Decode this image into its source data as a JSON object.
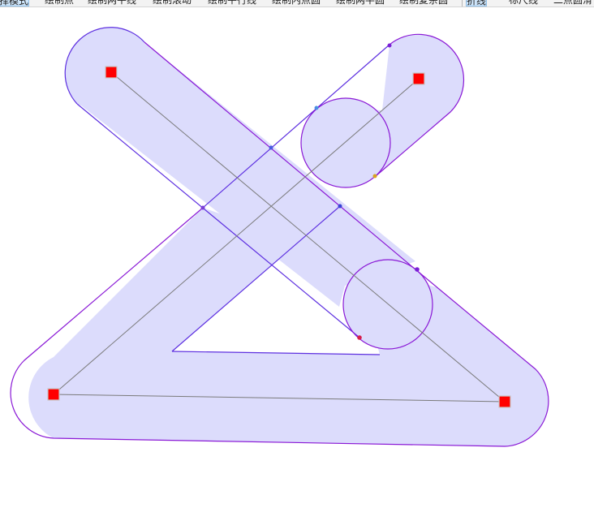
{
  "toolbar": {
    "items": [
      {
        "label": "择模式",
        "active": true
      },
      {
        "label": "绘制点",
        "active": false
      },
      {
        "label": "绘制两平线",
        "active": false
      },
      {
        "label": "绘制滚动",
        "active": false
      },
      {
        "label": "绘制平行线",
        "active": false
      },
      {
        "label": "绘制内点圆",
        "active": false
      },
      {
        "label": "绘制两半圆",
        "active": false
      },
      {
        "label": "绘制复杂圆",
        "active": false
      },
      {
        "label": "折线",
        "active": true
      },
      {
        "label": "标尺线",
        "active": false
      },
      {
        "label": "二点圆滑",
        "active": false
      }
    ]
  },
  "drawing": {
    "fill_color": "#dcdcfc",
    "outline_color": "#8a19d6",
    "centerline_color": "#7a7a7a",
    "handle_color": "#ff0000",
    "buffer_radius_note": "buffered polyline shapes"
  }
}
